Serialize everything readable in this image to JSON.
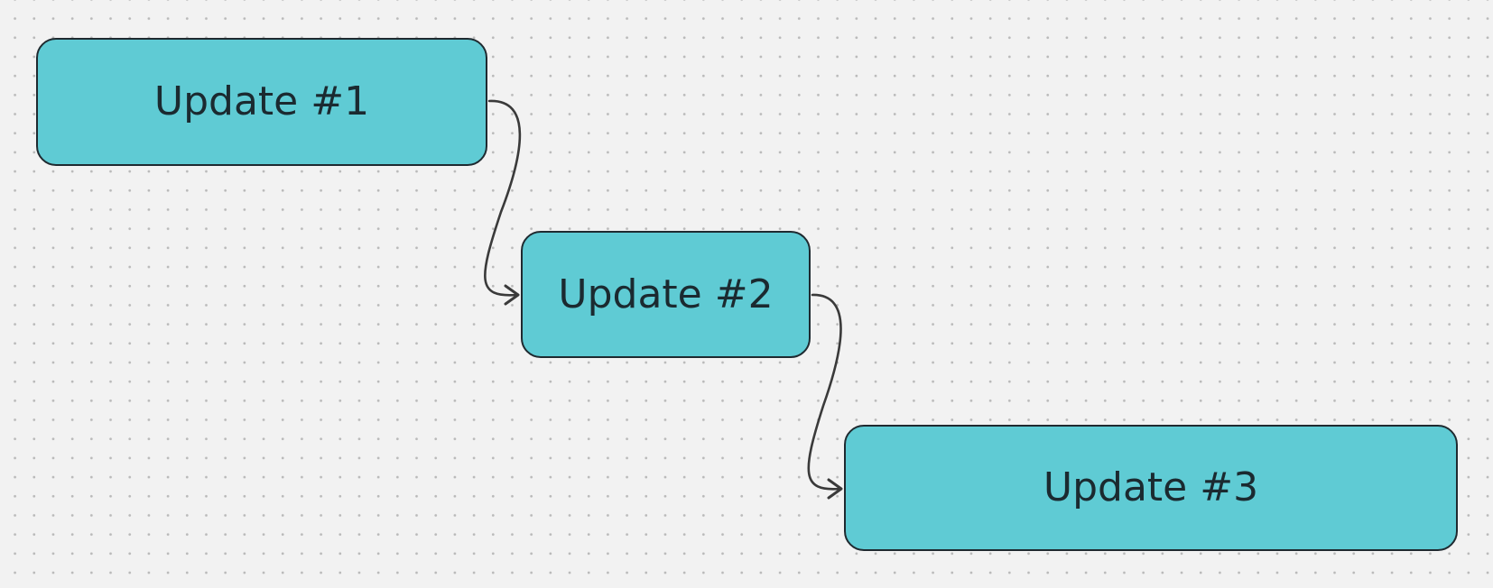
{
  "diagram": {
    "nodes": [
      {
        "id": "update-1",
        "label": "Update #1"
      },
      {
        "id": "update-2",
        "label": "Update #2"
      },
      {
        "id": "update-3",
        "label": "Update #3"
      }
    ],
    "edges": [
      {
        "from": "update-1",
        "to": "update-2"
      },
      {
        "from": "update-2",
        "to": "update-3"
      }
    ]
  },
  "colors": {
    "canvas_background": "#f2f2f2",
    "grid_dot": "#b9b9b9",
    "node_fill": "#5fcbd4",
    "node_border": "#1f2a30",
    "node_text": "#1b2a30",
    "connector": "#3a3a3a"
  }
}
